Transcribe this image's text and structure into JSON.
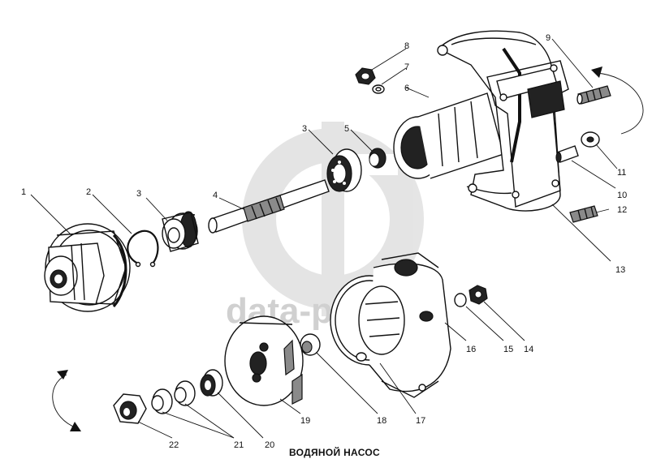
{
  "caption": "ВОДЯНОЙ НАСОС",
  "watermark": {
    "text": "data-p",
    "logo_color": "#c8c8c8",
    "text_color": "#d0d0d0"
  },
  "callouts": [
    {
      "id": "1",
      "label": "1"
    },
    {
      "id": "2",
      "label": "2"
    },
    {
      "id": "3a",
      "label": "3"
    },
    {
      "id": "3b",
      "label": "3"
    },
    {
      "id": "4",
      "label": "4"
    },
    {
      "id": "5",
      "label": "5"
    },
    {
      "id": "6",
      "label": "6"
    },
    {
      "id": "7",
      "label": "7"
    },
    {
      "id": "8",
      "label": "8"
    },
    {
      "id": "9",
      "label": "9"
    },
    {
      "id": "10",
      "label": "10"
    },
    {
      "id": "11",
      "label": "11"
    },
    {
      "id": "12",
      "label": "12"
    },
    {
      "id": "13",
      "label": "13"
    },
    {
      "id": "14",
      "label": "14"
    },
    {
      "id": "15",
      "label": "15"
    },
    {
      "id": "16",
      "label": "16"
    },
    {
      "id": "17",
      "label": "17"
    },
    {
      "id": "18",
      "label": "18"
    },
    {
      "id": "19",
      "label": "19"
    },
    {
      "id": "20",
      "label": "20"
    },
    {
      "id": "21",
      "label": "21"
    },
    {
      "id": "22",
      "label": "22"
    }
  ]
}
